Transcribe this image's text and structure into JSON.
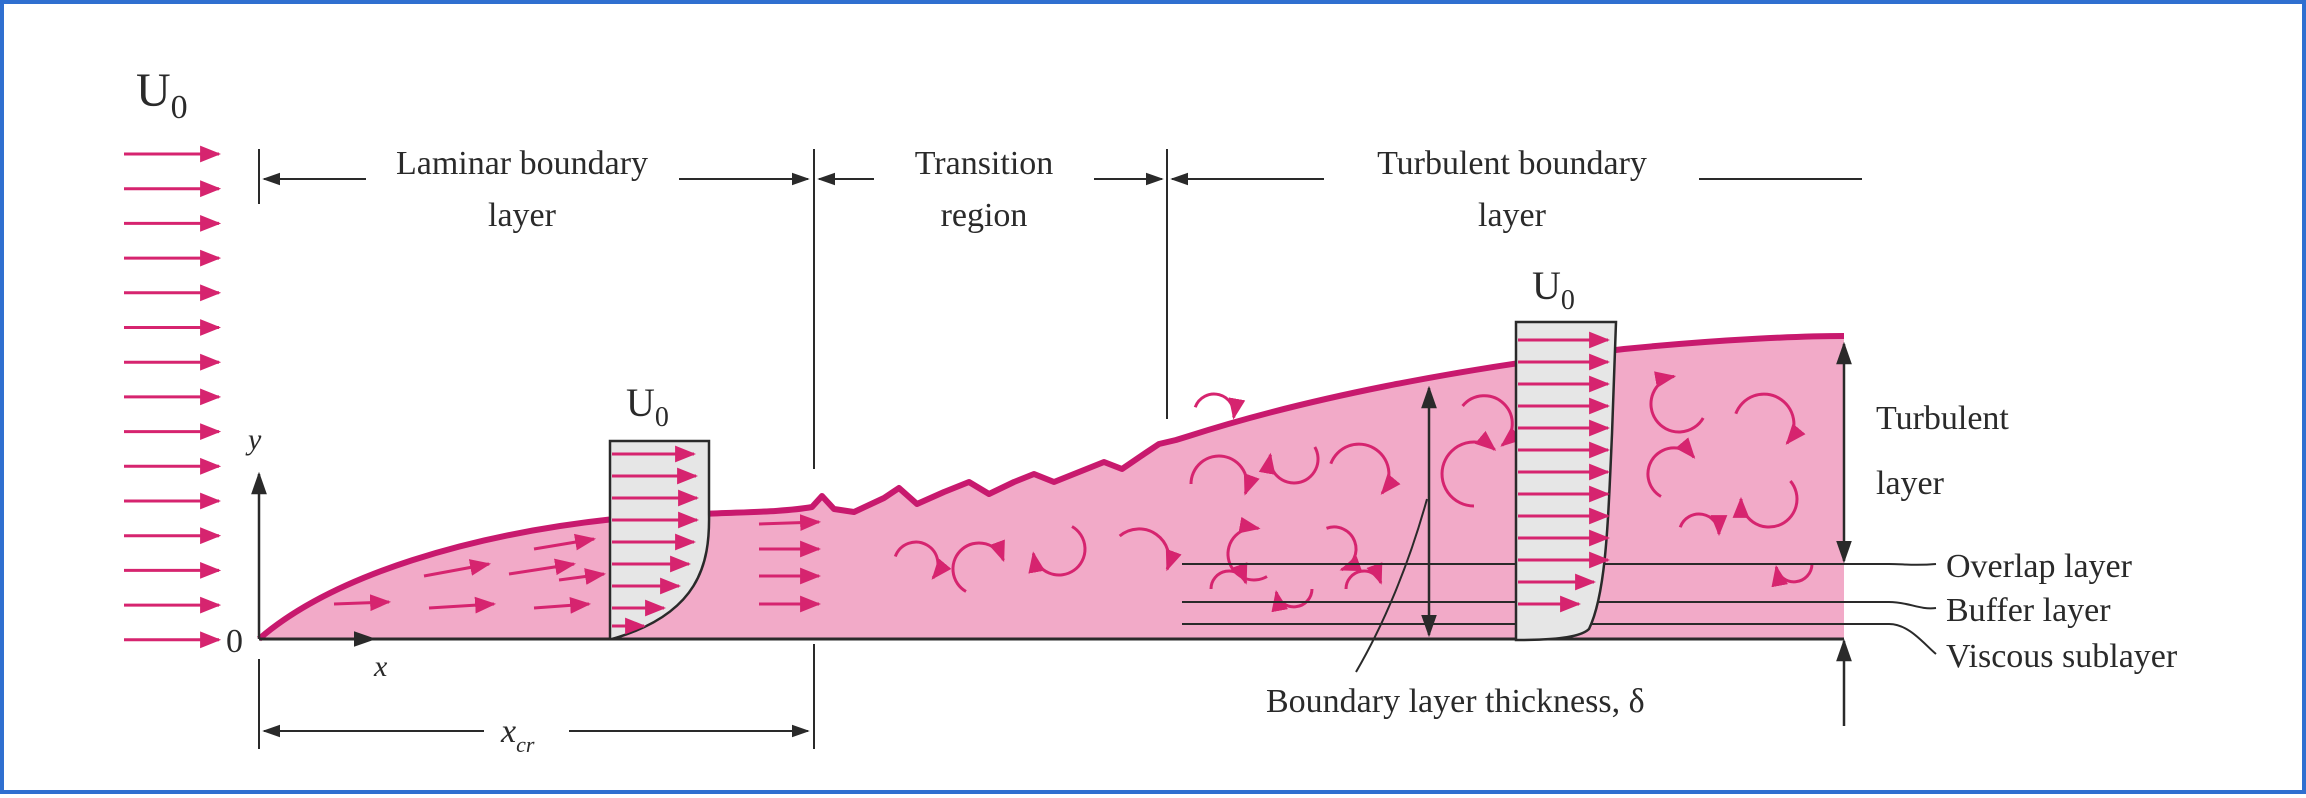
{
  "colors": {
    "fill": "#f2aac8",
    "edge": "#c8196e",
    "arrow": "#d6246f",
    "ink": "#2a2a2a",
    "profile_fill": "#e6e6e6",
    "frame": "#2f6fd0"
  },
  "free_stream": {
    "label": "U",
    "sub": "0"
  },
  "regions": {
    "laminar": {
      "line1": "Laminar boundary",
      "line2": "layer"
    },
    "transition": {
      "line1": "Transition",
      "line2": "region"
    },
    "turbulent": {
      "line1": "Turbulent boundary",
      "line2": "layer"
    }
  },
  "axes": {
    "y": "y",
    "x": "x",
    "origin": "0",
    "xcr": "x",
    "xcr_sub": "cr"
  },
  "profiles": {
    "laminar": {
      "label": "U",
      "sub": "0"
    },
    "turbulent": {
      "label": "U",
      "sub": "0"
    }
  },
  "layers": {
    "turbulent": {
      "line1": "Turbulent",
      "line2": "layer"
    },
    "overlap": "Overlap layer",
    "buffer": "Buffer layer",
    "viscous": "Viscous sublayer"
  },
  "thickness_label": "Boundary layer thickness, δ"
}
